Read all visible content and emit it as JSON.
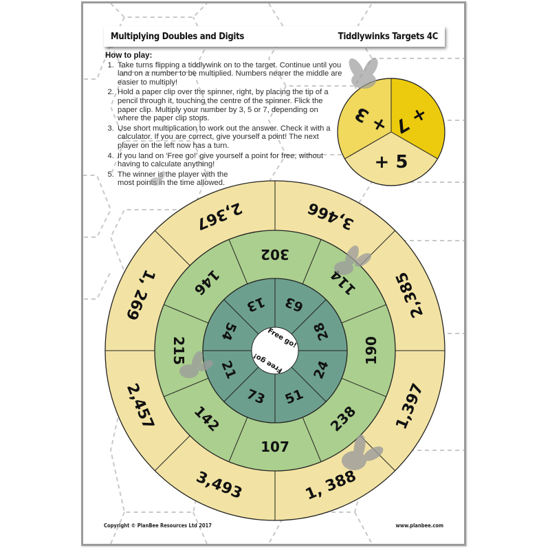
{
  "header": {
    "title_left": "Multiplying Doubles and Digits",
    "title_right": "Tiddlywinks Targets 4C"
  },
  "instructions": {
    "heading": "How to play:",
    "steps": [
      "Take turns flipping a tiddlywink on to the target. Continue until you land on a number to be multiplied. Numbers nearer the middle are easier to multiply!",
      "Hold a paper clip over the spinner, right, by placing the tip of a pencil through it, touching the centre of the spinner. Flick the paper clip. Multiply your number by 3, 5 or 7, depending on where the paper clip stops.",
      "Use short multiplication to work out the answer. Check it with a calculator. If you are correct, give yourself a point! The next player on the left now has a turn.",
      "If you land on 'Free go!' give yourself a point for free, without having to calculate anything!",
      "The winner is the player with the most points in the time allowed."
    ]
  },
  "spinner": {
    "segments": [
      {
        "label": "+ 3",
        "color": "#f0d95c"
      },
      {
        "label": "+ 7",
        "color": "#eccb0e"
      },
      {
        "label": "+ 5",
        "color": "#f3e29a"
      }
    ]
  },
  "target": {
    "center_label": "Free go!",
    "outer_ring": {
      "color": "#f2e3a4",
      "values": [
        "3,466",
        "2,385",
        "1,397",
        "1, 388",
        "3,493",
        "2,457",
        "1, 269",
        "2,367"
      ]
    },
    "middle_ring": {
      "color": "#abcf8e",
      "values": [
        "302",
        "114",
        "190",
        "238",
        "107",
        "142",
        "215",
        "146"
      ]
    },
    "inner_ring": {
      "color": "#6d9f8f",
      "values": [
        "63",
        "28",
        "24",
        "51",
        "73",
        "21",
        "54",
        "13"
      ]
    }
  },
  "footer": {
    "copyright": "Copyright © PlanBee Resources Ltd 2017",
    "website": "www.planbee.com"
  }
}
